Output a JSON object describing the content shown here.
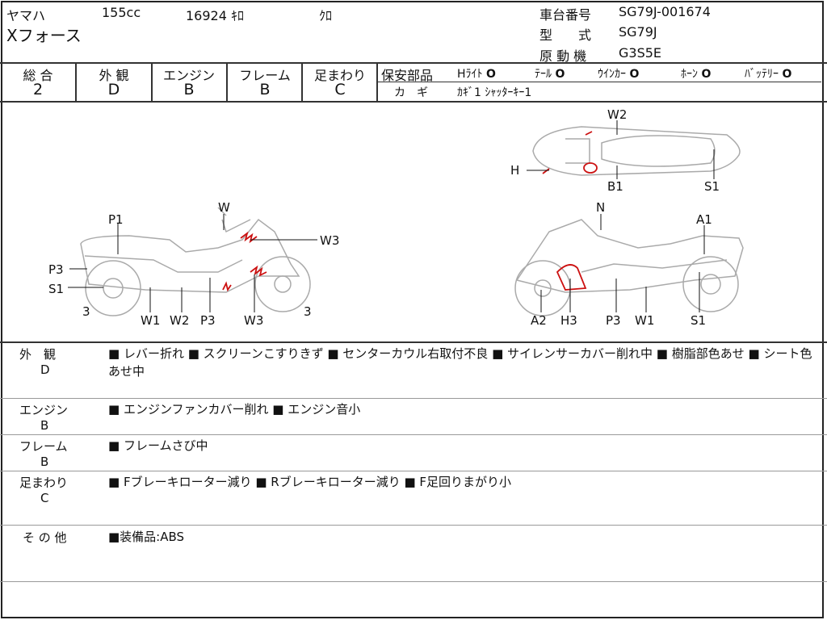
{
  "header": {
    "maker": "ヤマハ",
    "displacement": "155cc",
    "mileage": "16924 ｷﾛ",
    "color": "ｸﾛ",
    "model_name": "Xフォース",
    "frame_no_label": "車台番号",
    "frame_no": "SG79J-001674",
    "type_label": "型　　式",
    "type": "SG79J",
    "engine_label": "原 動 機",
    "engine": "G3S5E"
  },
  "grades": [
    {
      "label": "総 合",
      "value": "2"
    },
    {
      "label": "外 観",
      "value": "D"
    },
    {
      "label": "エンジン",
      "value": "B"
    },
    {
      "label": "フレーム",
      "value": "B"
    },
    {
      "label": "足まわり",
      "value": "C"
    }
  ],
  "safety": {
    "label": "保安部品",
    "items": [
      {
        "name": "Hﾗｲﾄ",
        "mark": "O"
      },
      {
        "name": "ﾃｰﾙ",
        "mark": "O"
      },
      {
        "name": "ｳｲﾝｶｰ",
        "mark": "O"
      },
      {
        "name": "ﾎｰﾝ",
        "mark": "O"
      },
      {
        "name": "ﾊﾞｯﾃﾘｰ",
        "mark": "O"
      }
    ],
    "key_label": "カ　ギ",
    "key_value": "ｶｷﾞ1 ｼｬｯﾀｰｷｰ1"
  },
  "diagram": {
    "left": [
      "W",
      "P1",
      "W3",
      "P3",
      "S1",
      "3",
      "W1",
      "W2",
      "P3",
      "W3",
      "3"
    ],
    "right": [
      "N",
      "A1",
      "A2",
      "H3",
      "P3",
      "W1",
      "S1"
    ],
    "top": [
      "W2",
      "H",
      "B1",
      "S1"
    ],
    "damage_color": "#cc1111"
  },
  "notes": [
    {
      "label": "外　観",
      "grade": "D",
      "text": "■ レバー折れ ■ スクリーンこすりきず ■ センターカウル右取付不良 ■ サイレンサーカバー削れ中 ■ 樹脂部色あせ ■ シート色あせ中"
    },
    {
      "label": "エンジン",
      "grade": "B",
      "text": "■ エンジンファンカバー削れ ■ エンジン音小"
    },
    {
      "label": "フレーム",
      "grade": "B",
      "text": "■ フレームさび中"
    },
    {
      "label": "足まわり",
      "grade": "C",
      "text": "■ Fブレーキローター減り ■ Rブレーキローター減り ■ F足回りまがり小"
    },
    {
      "label": "そ の 他",
      "grade": "",
      "text": "■装備品:ABS"
    }
  ]
}
